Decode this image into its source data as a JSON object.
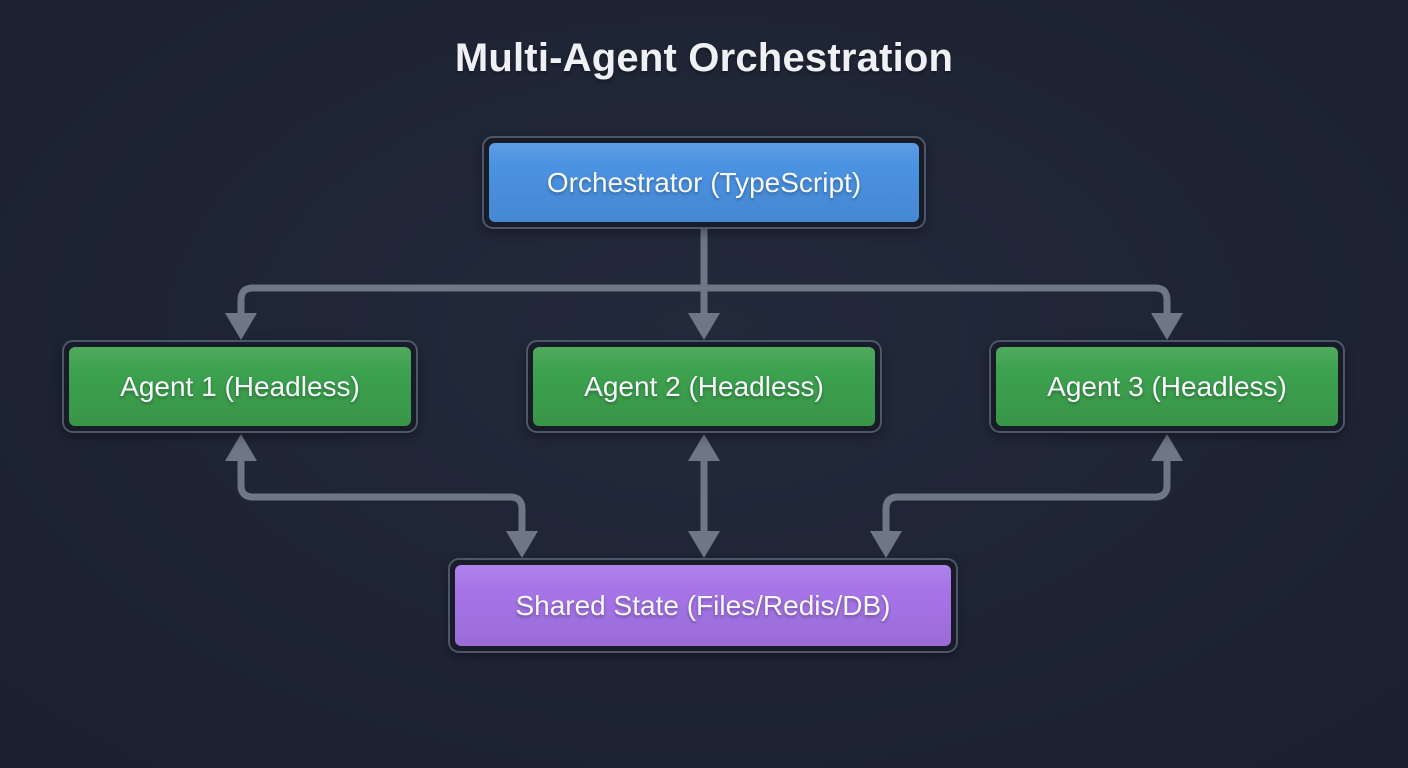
{
  "title": "Multi-Agent Orchestration",
  "colors": {
    "background": "#1b2130",
    "arrow": "#6e7885",
    "node_border": "#4d5769",
    "node_border_gap": "#171c28",
    "node_text": "#f6f8fb",
    "title_text": "#eef0f4"
  },
  "diagram": {
    "type": "flowchart",
    "nodes": [
      {
        "id": "orchestrator",
        "label": "Orchestrator (TypeScript)",
        "fill": "#4b92e2"
      },
      {
        "id": "agent1",
        "label": "Agent 1 (Headless)",
        "fill": "#3da14e"
      },
      {
        "id": "agent2",
        "label": "Agent 2 (Headless)",
        "fill": "#3da14e"
      },
      {
        "id": "agent3",
        "label": "Agent 3 (Headless)",
        "fill": "#3da14e"
      },
      {
        "id": "shared_state",
        "label": "Shared State (Files/Redis/DB)",
        "fill": "#a674e8"
      }
    ],
    "edges": [
      {
        "from": "orchestrator",
        "to": "agent1",
        "direction": "one-way"
      },
      {
        "from": "orchestrator",
        "to": "agent2",
        "direction": "one-way"
      },
      {
        "from": "orchestrator",
        "to": "agent3",
        "direction": "one-way"
      },
      {
        "from": "agent1",
        "to": "shared_state",
        "direction": "two-way"
      },
      {
        "from": "agent2",
        "to": "shared_state",
        "direction": "two-way"
      },
      {
        "from": "agent3",
        "to": "shared_state",
        "direction": "two-way"
      }
    ]
  }
}
